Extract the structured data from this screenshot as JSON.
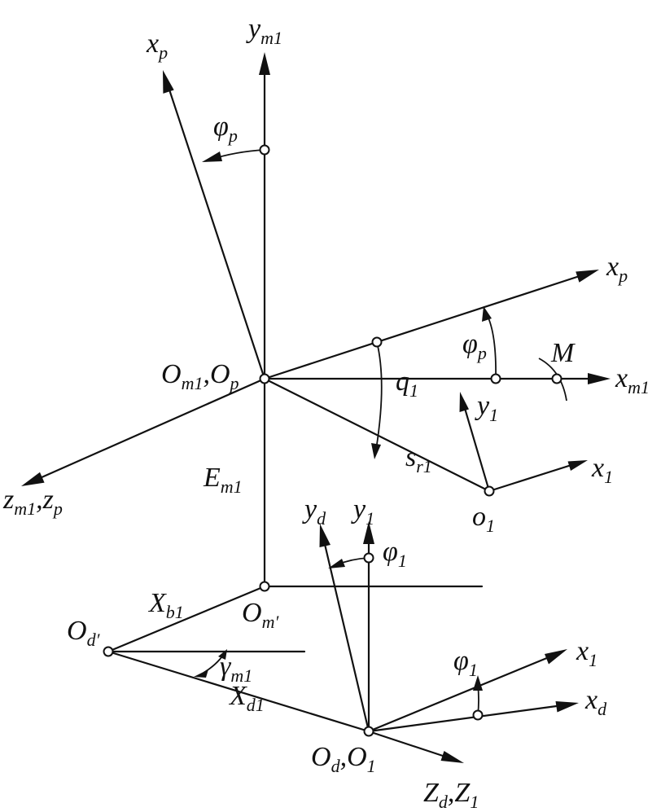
{
  "labels": {
    "ym1_top": {
      "main": "y",
      "sub": "m1"
    },
    "xp_upper": {
      "main": "x",
      "sub": "p"
    },
    "phi_p_upper": {
      "main": "φ",
      "sub": "p"
    },
    "xp_right": {
      "main": "x",
      "sub": "p"
    },
    "phi_p_right": {
      "main": "φ",
      "sub": "p"
    },
    "M": {
      "main": "M",
      "sub": ""
    },
    "xm1": {
      "main": "x",
      "sub": "m1"
    },
    "origin_m1": {
      "main1": "O",
      "sub1": "m1",
      "comma": ",",
      "main2": "O",
      "sub2": "p"
    },
    "q1": {
      "main": "q",
      "sub": "1"
    },
    "y1_upper": {
      "main": "y",
      "sub": "1"
    },
    "x1_upper": {
      "main": "x",
      "sub": "1"
    },
    "sr1": {
      "main": "s",
      "sub": "r1"
    },
    "zm1_zp": {
      "main1": "z",
      "sub1": "m1",
      "comma": ",",
      "main2": "z",
      "sub2": "p"
    },
    "Em1": {
      "main": "E",
      "sub": "m1"
    },
    "o1": {
      "main": "o",
      "sub": "1"
    },
    "yd": {
      "main": "y",
      "sub": "d"
    },
    "y1_lower": {
      "main": "y",
      "sub": "1"
    },
    "phi1_upper": {
      "main": "φ",
      "sub": "1"
    },
    "Xb1": {
      "main": "X",
      "sub": "b1"
    },
    "Om_prime": {
      "main": "O",
      "sub": "m′"
    },
    "Od_prime": {
      "main": "O",
      "sub": "d′"
    },
    "gamma_m1": {
      "main": "γ",
      "sub": "m1"
    },
    "Xd1": {
      "main": "X",
      "sub": "d1"
    },
    "x1_lower": {
      "main": "x",
      "sub": "1"
    },
    "phi1_lower": {
      "main": "φ",
      "sub": "1"
    },
    "xd": {
      "main": "x",
      "sub": "d"
    },
    "origin_d": {
      "main1": "O",
      "sub1": "d",
      "comma": ",",
      "main2": "O",
      "sub2": "1"
    },
    "Zd_Z1": {
      "main1": "Z",
      "sub1": "d",
      "comma": ",",
      "main2": "Z",
      "sub2": "1"
    }
  }
}
